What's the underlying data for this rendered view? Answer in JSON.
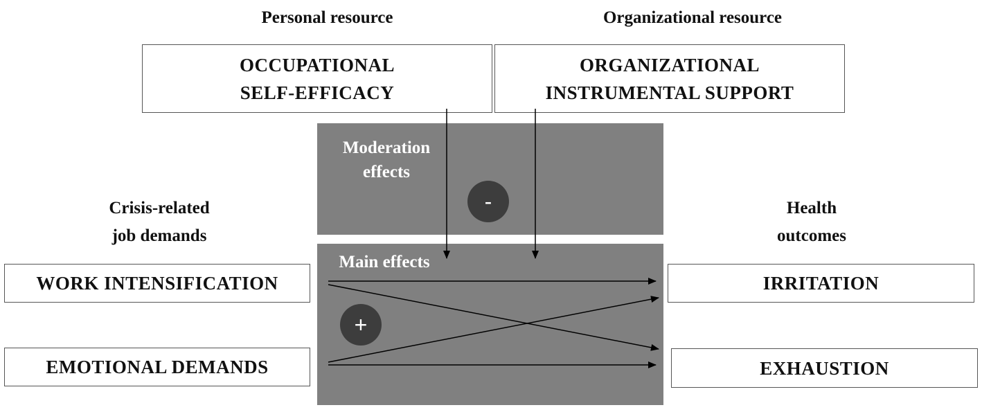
{
  "headings": {
    "personal": "Personal resource",
    "organizational": "Organizational resource",
    "demands": [
      "Crisis-related",
      "job demands"
    ],
    "outcomes": [
      "Health",
      "outcomes"
    ]
  },
  "resources": {
    "self_efficacy": [
      "OCCUPATIONAL",
      "SELF-EFFICACY"
    ],
    "instrumental_support": [
      "ORGANIZATIONAL",
      "INSTRUMENTAL SUPPORT"
    ]
  },
  "demands": {
    "work_intensification": "WORK INTENSIFICATION",
    "emotional_demands": "EMOTIONAL DEMANDS"
  },
  "outcomes": {
    "irritation": "IRRITATION",
    "exhaustion": "EXHAUSTION"
  },
  "panels": {
    "moderation": [
      "Moderation",
      "effects"
    ],
    "moderation_sign": "-",
    "main": "Main effects",
    "main_sign": "+"
  },
  "colors": {
    "panel": "#808080",
    "badge": "#3d3d3d",
    "arrow": "#000000"
  }
}
